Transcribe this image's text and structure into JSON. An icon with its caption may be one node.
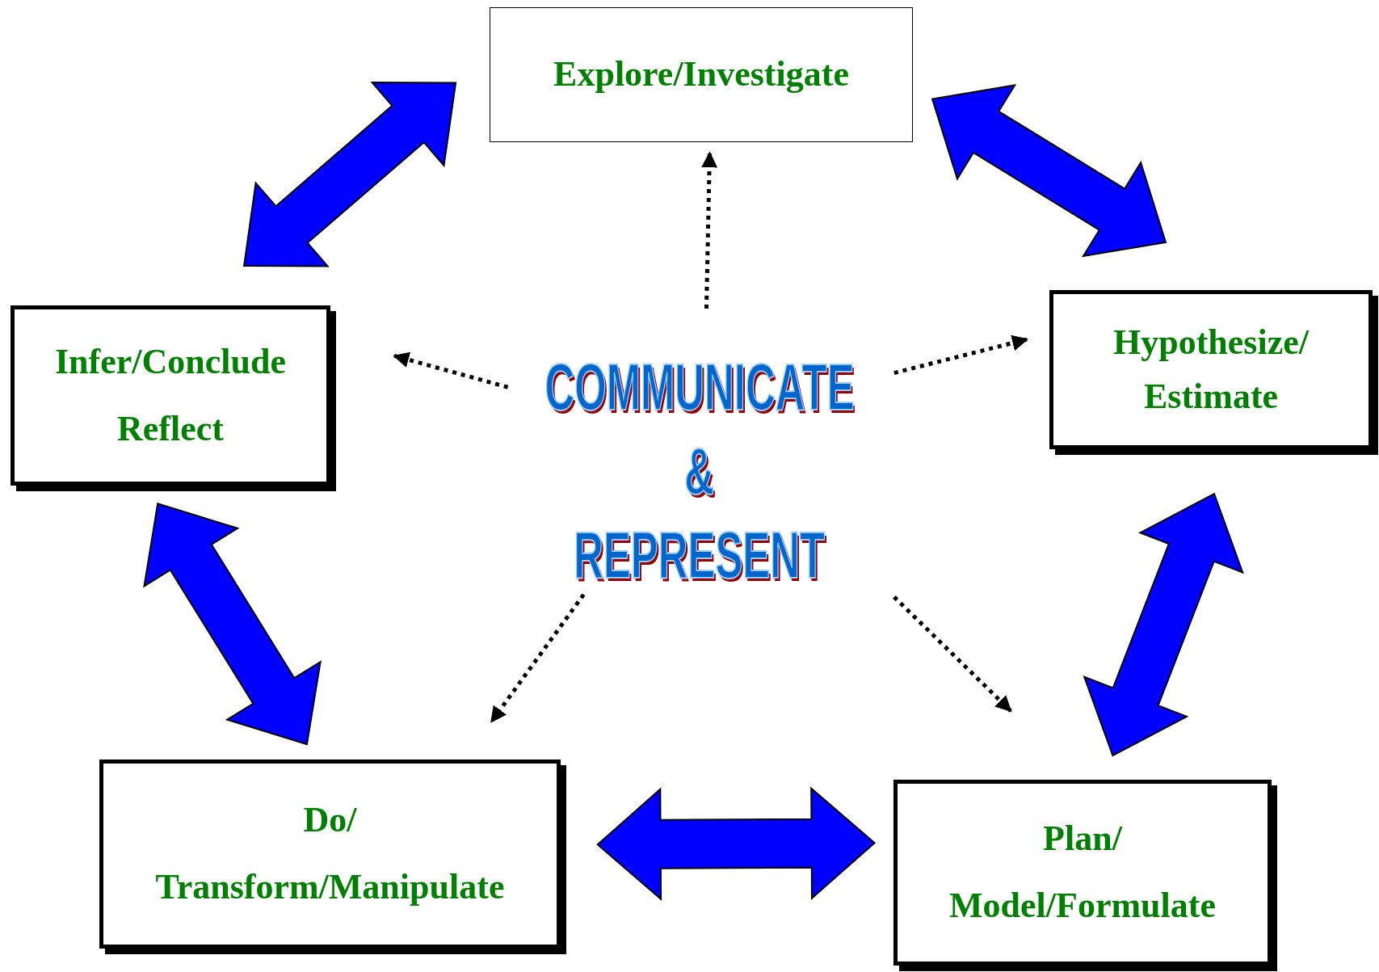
{
  "diagram": {
    "nodes": [
      {
        "text": [
          "Explore/Investigate"
        ]
      },
      {
        "text": [
          "Hypothesize/",
          "Estimate"
        ]
      },
      {
        "text": [
          "Plan/",
          "Model/Formulate"
        ]
      },
      {
        "text": [
          "Do/",
          "Transform/Manipulate"
        ]
      },
      {
        "text": [
          "Infer/Conclude",
          "Reflect"
        ]
      },
      {
        "text": [
          "COMMUNICATE",
          "&",
          "REPRESENT"
        ]
      }
    ],
    "edges": [
      {
        "from": 0,
        "to": 4,
        "arrow": "both",
        "style": "thick",
        "color": "#0000ff"
      },
      {
        "from": 0,
        "to": 1,
        "arrow": "both",
        "style": "thick",
        "color": "#0000ff"
      },
      {
        "from": 1,
        "to": 2,
        "arrow": "both",
        "style": "thick",
        "color": "#0000ff"
      },
      {
        "from": 2,
        "to": 3,
        "arrow": "both",
        "style": "thick",
        "color": "#0000ff"
      },
      {
        "from": 3,
        "to": 4,
        "arrow": "both",
        "style": "thick",
        "color": "#0000ff"
      },
      {
        "from": 5,
        "to": 0,
        "arrow": "to",
        "style": "dashed"
      },
      {
        "from": 5,
        "to": 1,
        "arrow": "to",
        "style": "dashed"
      },
      {
        "from": 5,
        "to": 2,
        "arrow": "to",
        "style": "dashed"
      },
      {
        "from": 5,
        "to": 3,
        "arrow": "to",
        "style": "dashed"
      },
      {
        "from": 5,
        "to": 4,
        "arrow": "to",
        "style": "dashed"
      }
    ]
  }
}
